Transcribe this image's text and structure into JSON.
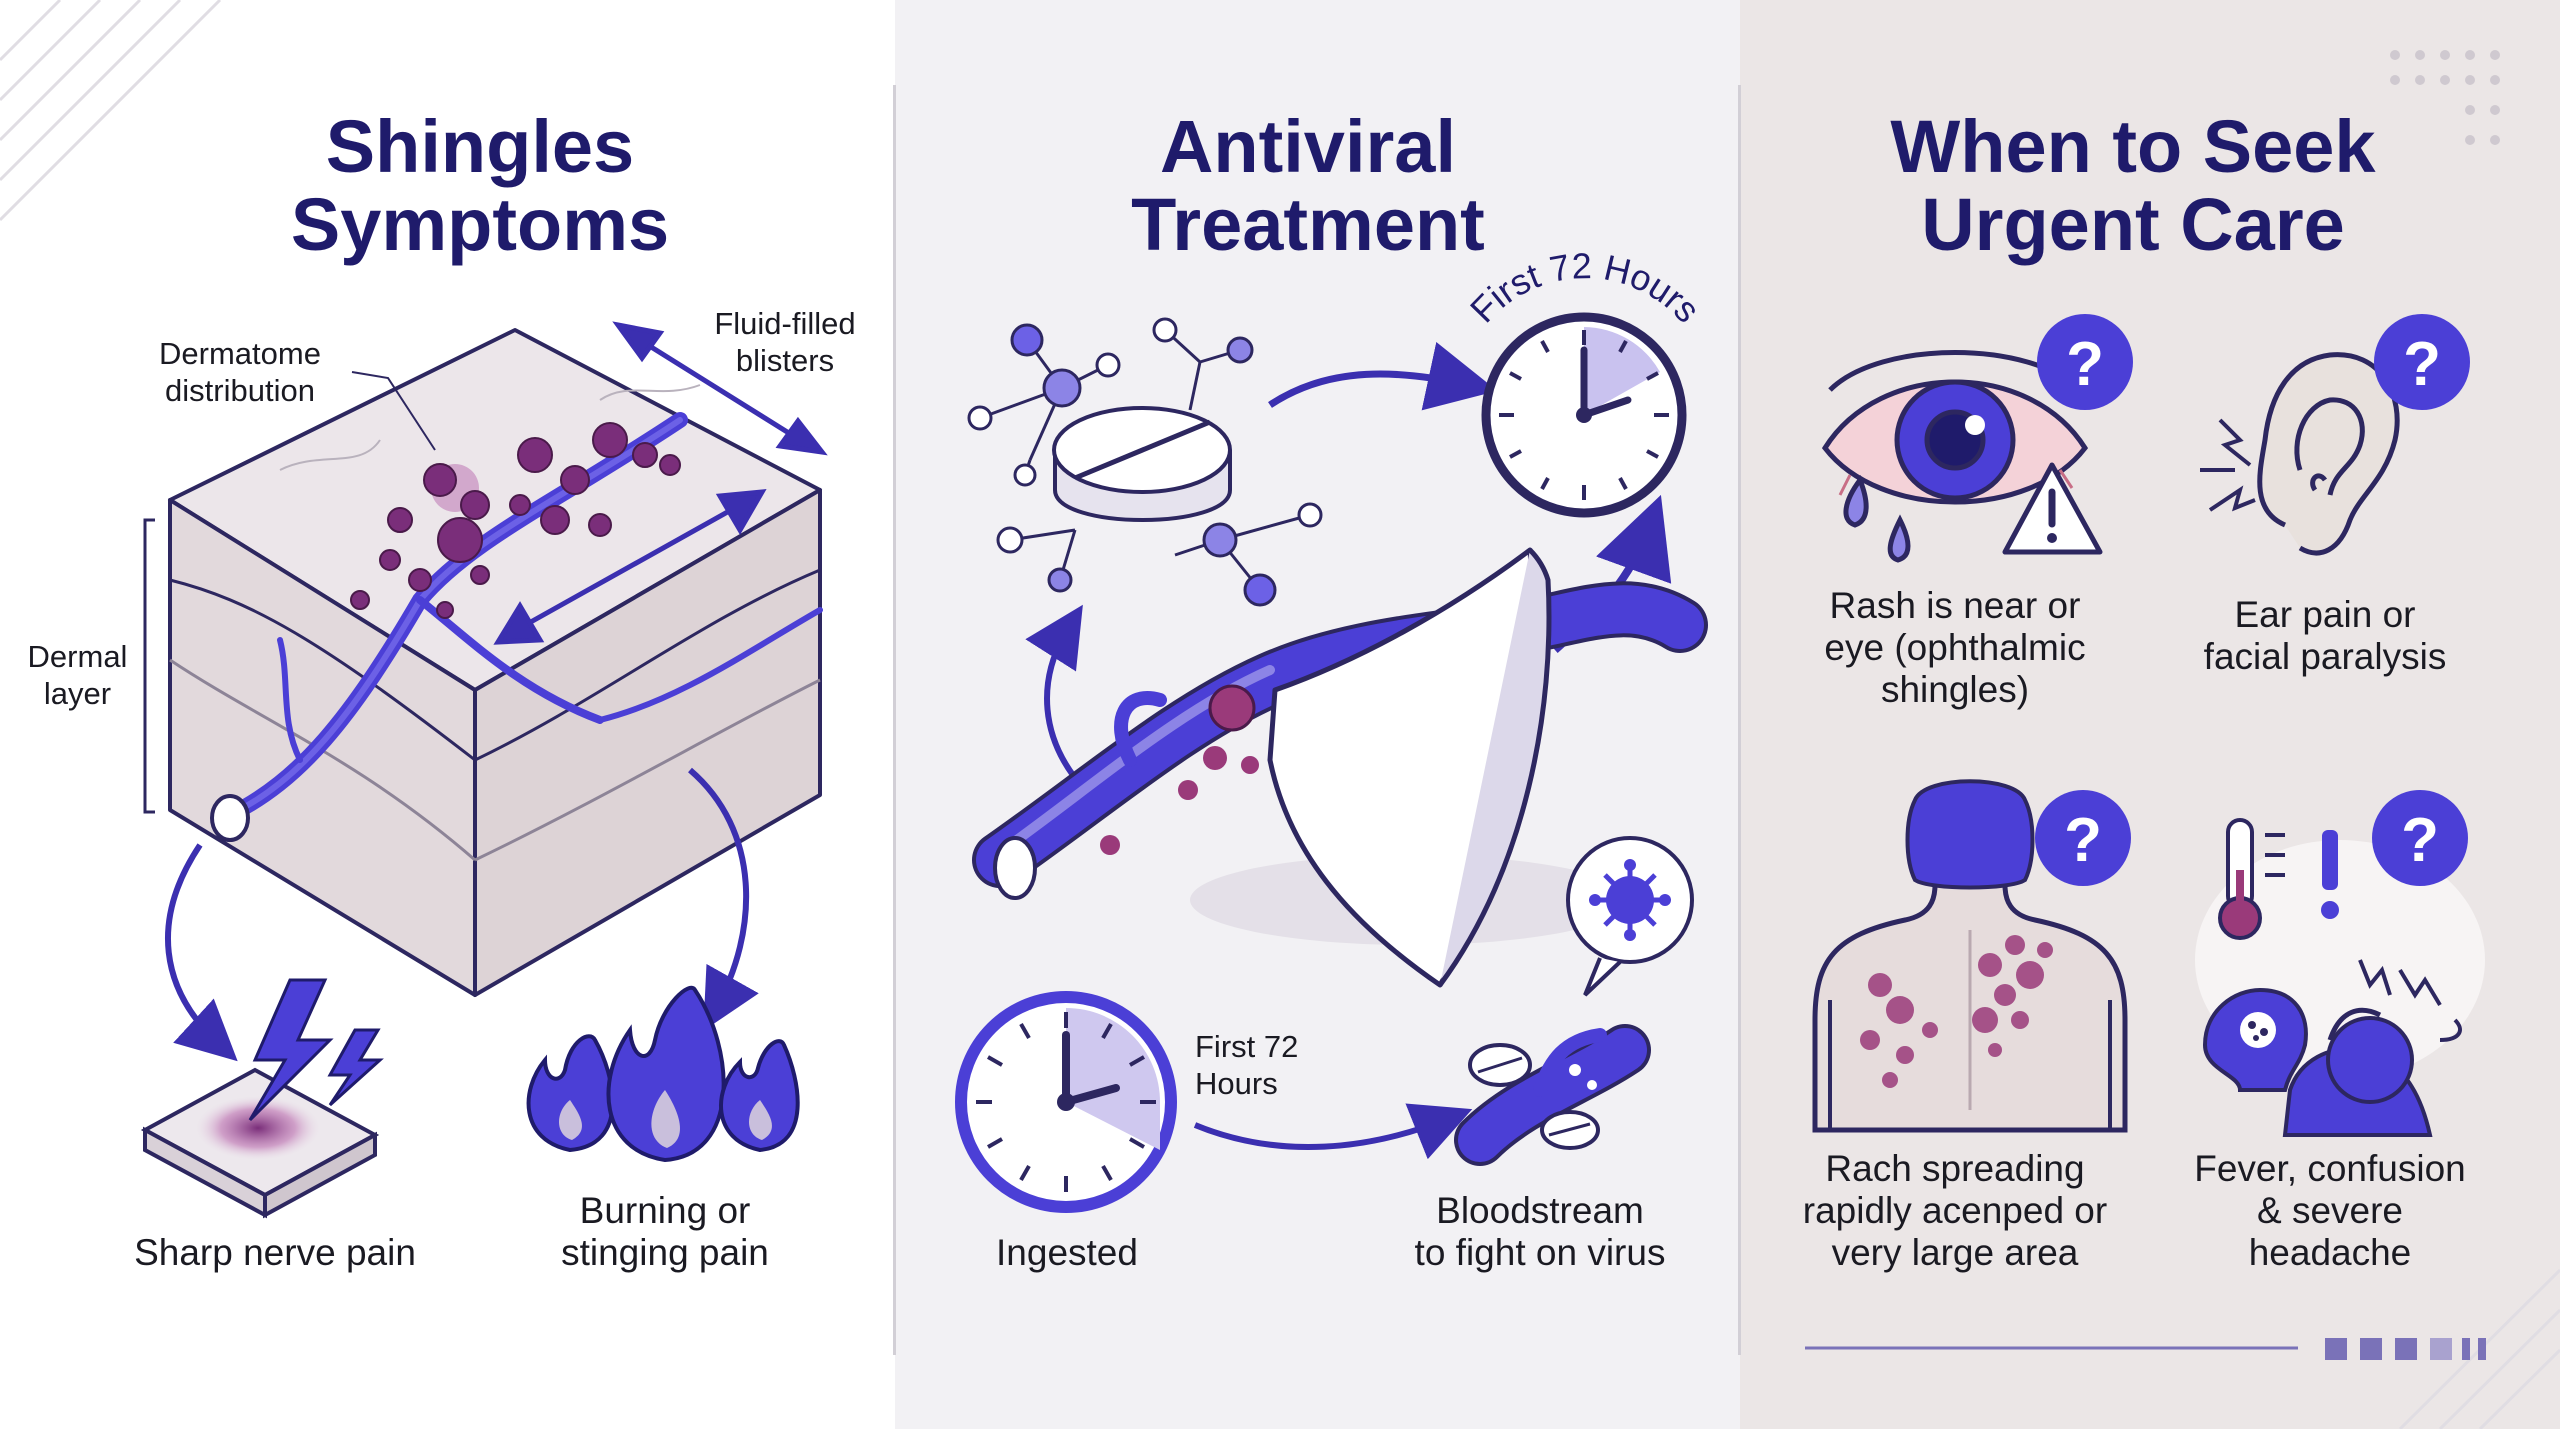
{
  "panels": [
    {
      "title": [
        "Shingles",
        "Symptoms"
      ],
      "labels": {
        "dermatome": [
          "Dermatome",
          "distribution"
        ],
        "blisters": [
          "Fluid-filled",
          "blisters"
        ],
        "dermal": [
          "Dermal",
          "layer"
        ]
      },
      "captions": {
        "sharp": [
          "Sharp nerve pain"
        ],
        "burning": [
          "Burning or",
          "stinging pain"
        ]
      }
    },
    {
      "title": [
        "Antiviral",
        "Treatment"
      ],
      "arc_text": "First 72 Hours",
      "labels": {
        "first72": [
          "First 72",
          "Hours"
        ]
      },
      "captions": {
        "ingested": [
          "Ingested"
        ],
        "bloodstream": [
          "Bloodstream",
          "to fight on virus"
        ]
      }
    },
    {
      "title": [
        "When to Seek",
        "Urgent Care"
      ],
      "question_mark": "?",
      "exclaim_mark": "!",
      "captions": {
        "eye": [
          "Rash is near or",
          "eye (ophthalmic",
          "shingles)"
        ],
        "ear": [
          "Ear pain or",
          "facial paralysis"
        ],
        "rash": [
          "Rach spreading",
          "rapidly acenped or",
          "very large area"
        ],
        "fever": [
          "Fever, confusion",
          "& severe",
          "headache"
        ]
      }
    }
  ],
  "colors": {
    "navy": "#1f1b6b",
    "accent": "#4b3fd6",
    "blister": "#7a2e7a",
    "skin": "#ebe4e8"
  }
}
